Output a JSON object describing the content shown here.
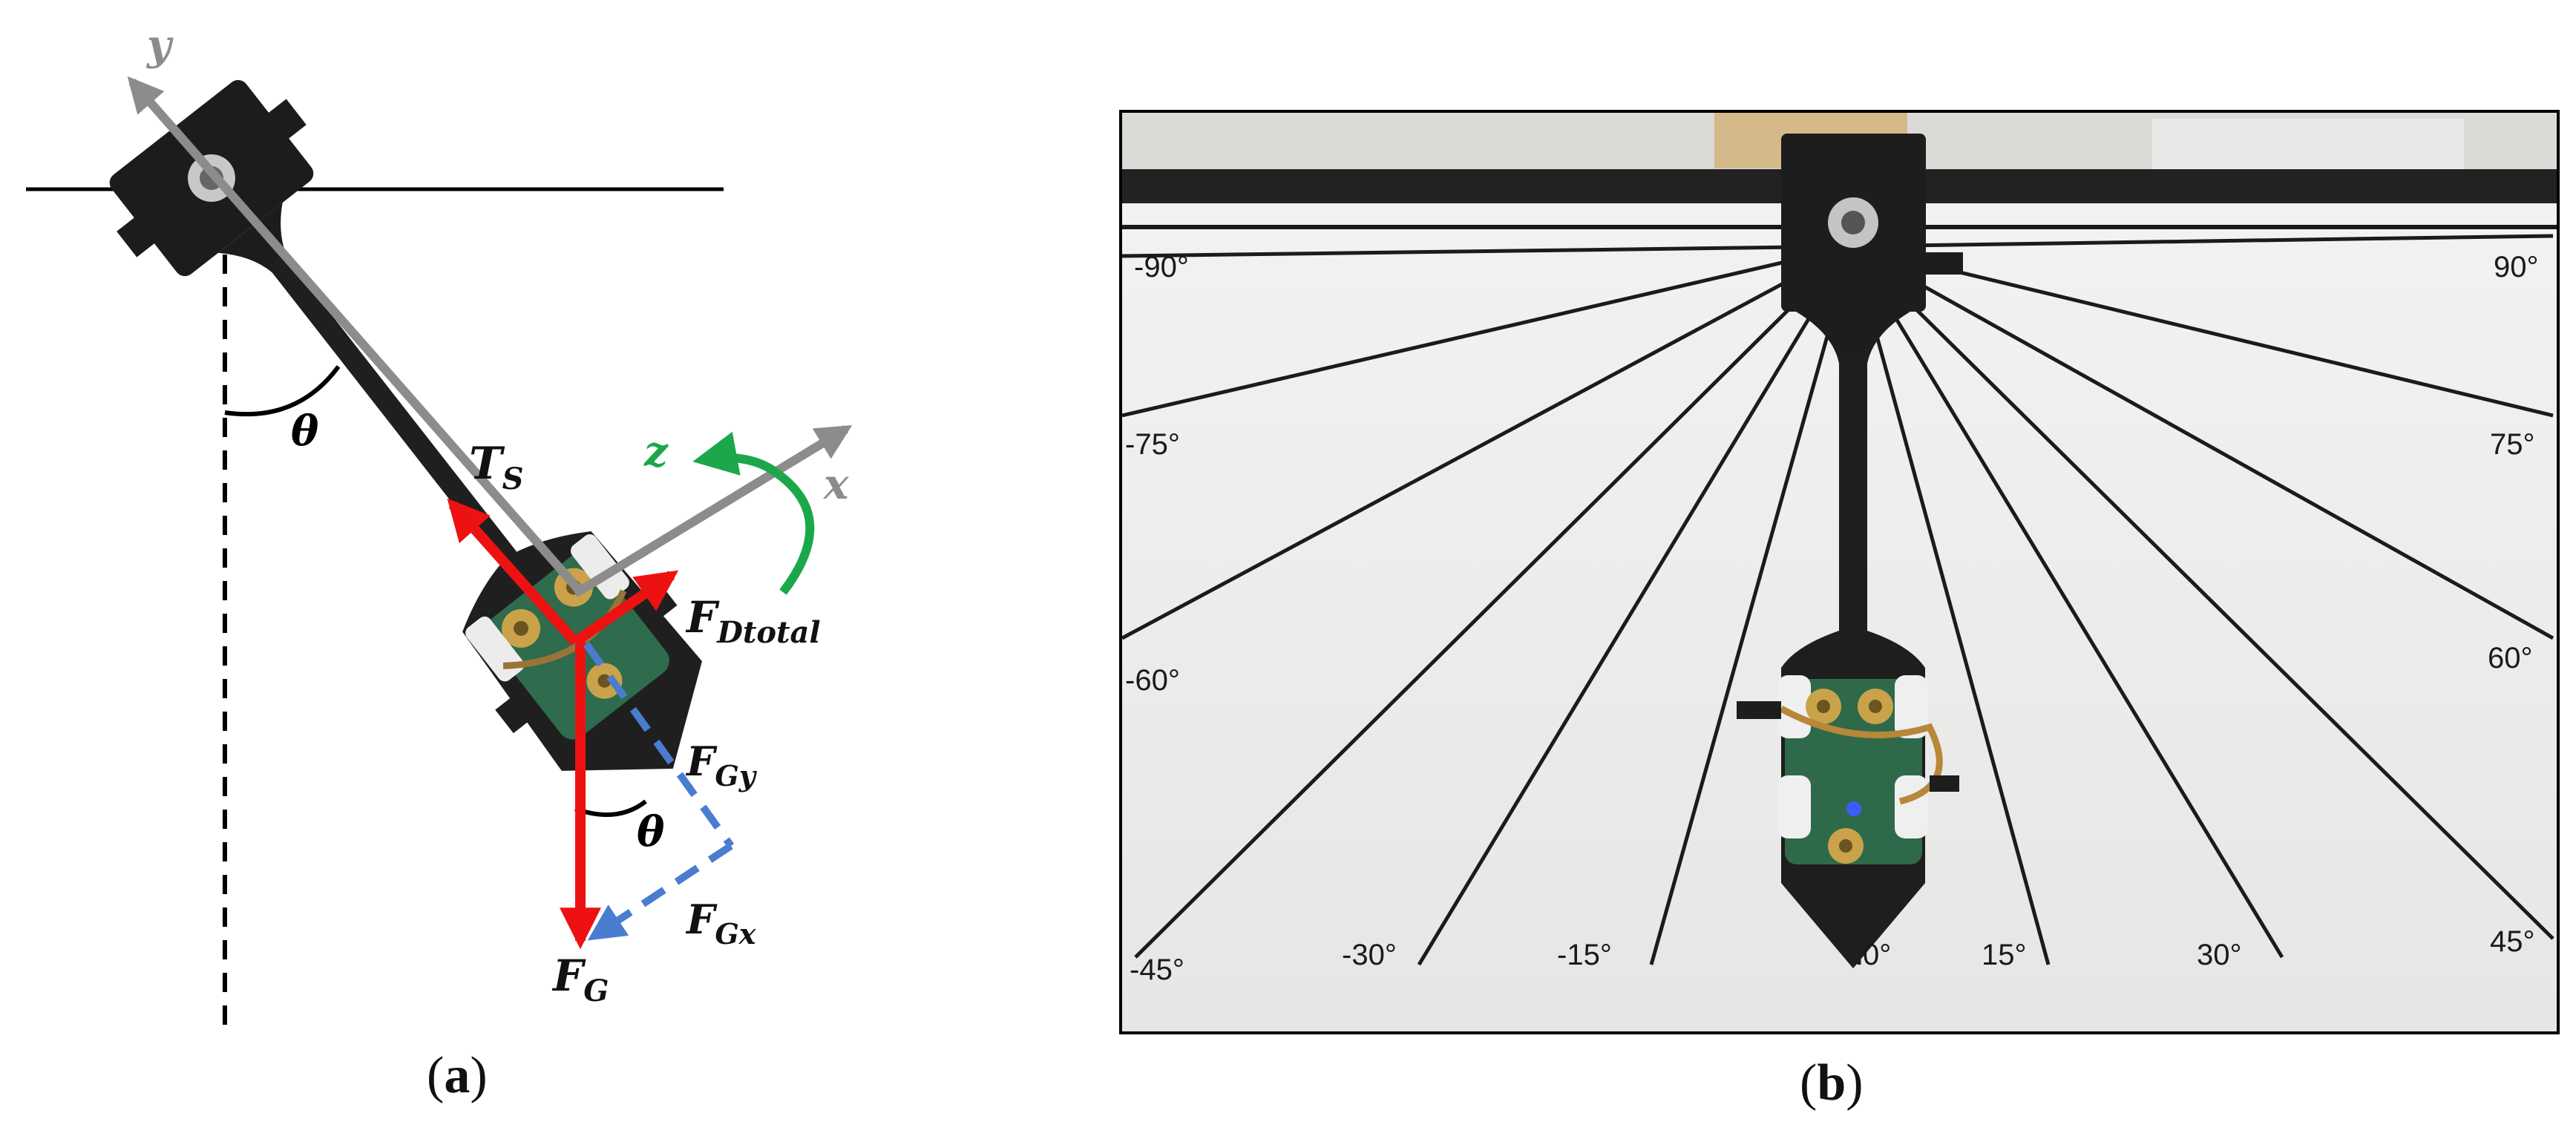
{
  "panel_a": {
    "caption_open": "(",
    "caption_letter": "a",
    "caption_close": ")",
    "axis_y": "y",
    "axis_x": "x",
    "axis_z": "z",
    "theta_top": "θ",
    "theta_bottom": "θ",
    "force_ts": {
      "main": "T",
      "sub": "S"
    },
    "force_fd": {
      "main": "F",
      "sub": "Dtotal"
    },
    "force_fgy": {
      "main": "F",
      "sub": "Gy"
    },
    "force_fgx": {
      "main": "F",
      "sub": "Gx"
    },
    "force_fg": {
      "main": "F",
      "sub": "G"
    },
    "colors": {
      "force": "#ee1111",
      "component": "#4a7cd0",
      "axis": "#8c8c8c",
      "rotation": "#1ca84a"
    }
  },
  "panel_b": {
    "caption_open": "(",
    "caption_letter": "b",
    "caption_close": ")",
    "angle_labels": [
      "-90°",
      "-75°",
      "-60°",
      "-45°",
      "-30°",
      "-15°",
      "0°",
      "15°",
      "30°",
      "45°",
      "60°",
      "75°",
      "90°"
    ]
  }
}
